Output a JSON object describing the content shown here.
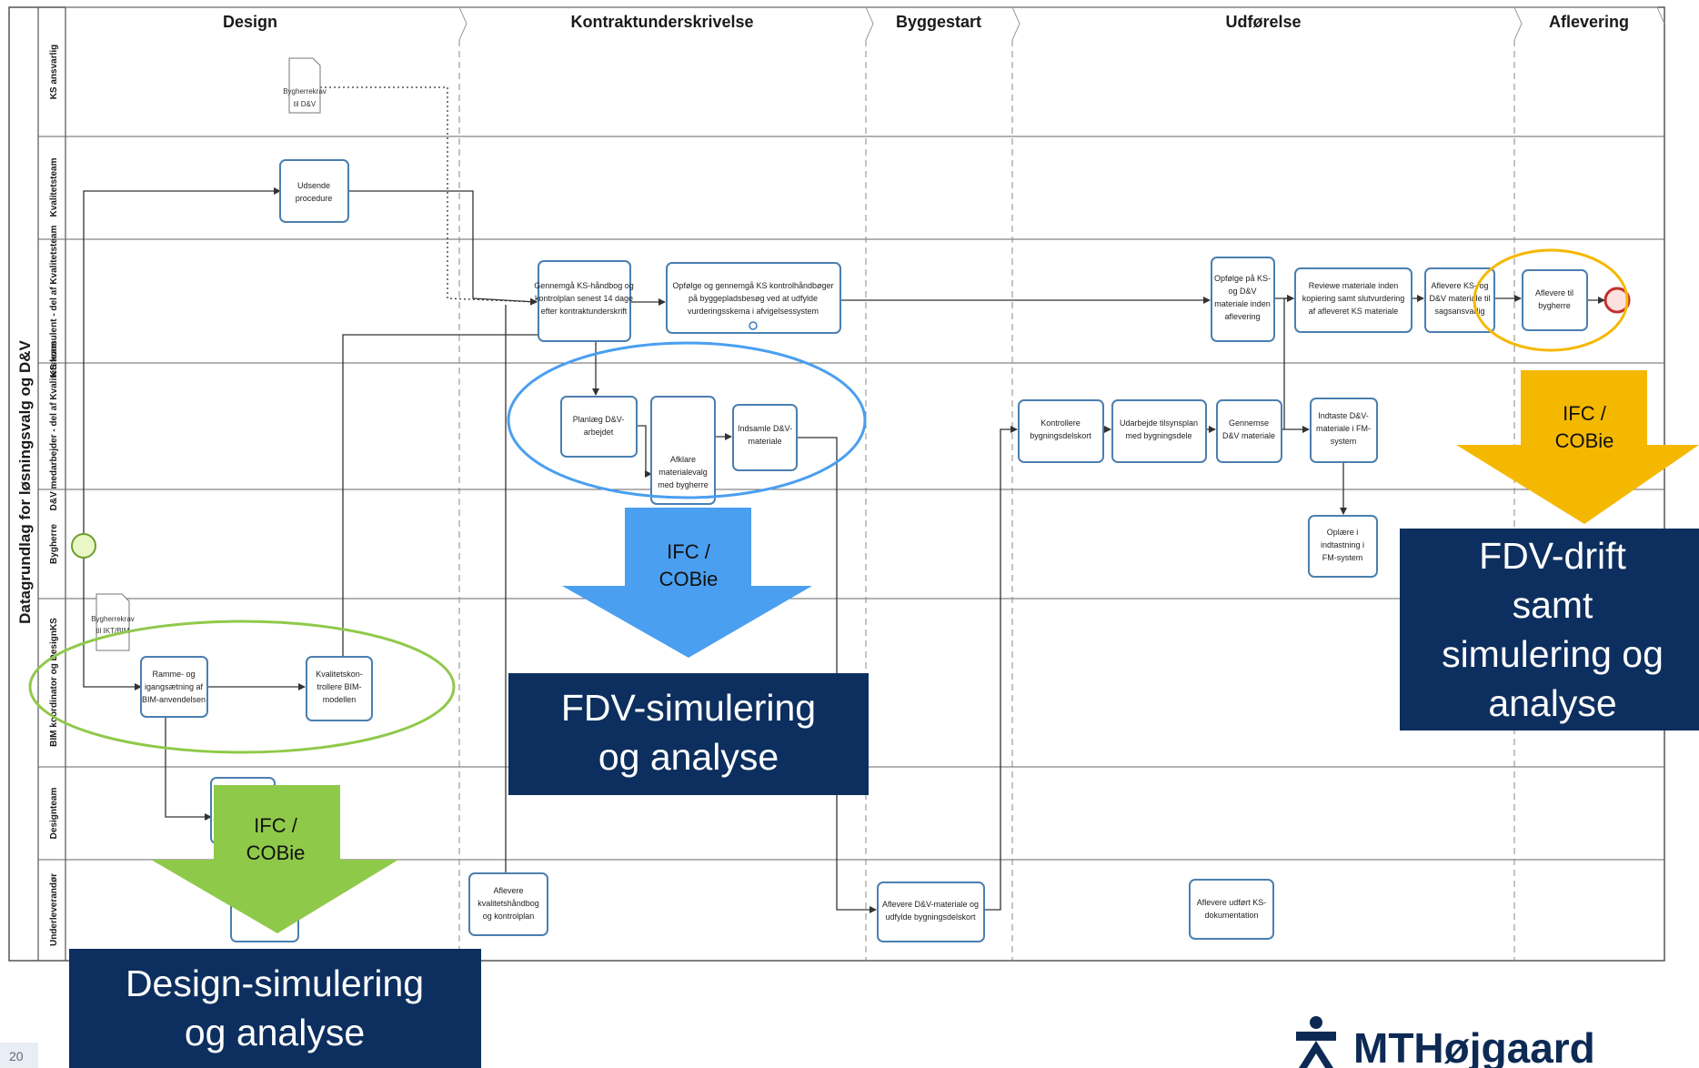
{
  "pool": {
    "title": "Datagrundlag for løsningsvalg og D&V"
  },
  "phases": [
    "Design",
    "Kontraktunderskrivelse",
    "Byggestart",
    "Udførelse",
    "Aflevering"
  ],
  "lanes": [
    "KS ansvarlig",
    "Kvalitetsteam",
    "KS konsulent - del af Kvalitetsteam",
    "D&V medarbejder - del af Kvalitetsteam",
    "Bygherre",
    "BIM koordinator og DesignKS",
    "Designteam",
    "Underleverandør"
  ],
  "documents": {
    "bygherreD": [
      "Bygherrekrav",
      "til D&V"
    ],
    "bygherreB": [
      "Bygherrekrav",
      "til IKT/BIM"
    ]
  },
  "tasks": {
    "udsende": [
      "Udsende",
      "procedure"
    ],
    "gennemgaa": [
      "Gennemgå KS-håndbog og",
      "kontrolplan senest 14 dage",
      "efter kontraktunderskrift"
    ],
    "opfoelge": [
      "Opfølge og gennemgå KS kontrolhåndbøger",
      "på byggepladsbesøg ved at udfylde",
      "vurderingsskema i afvigelsessystem"
    ],
    "planlaeg": [
      "Planlæg D&V-",
      "arbejdet"
    ],
    "afklare": [
      "Afklare",
      "materialevalg",
      "med bygherre"
    ],
    "indsamle": [
      "Indsamle D&V-",
      "materiale"
    ],
    "opfoelgeKS": [
      "Opfølge på KS-",
      "og D&V",
      "materiale inden",
      "aflevering"
    ],
    "reviewe": [
      "Reviewe materiale inden",
      "kopiering samt slutvurdering",
      "af afleveret KS materiale"
    ],
    "aflevereKS": [
      "Aflevere KS- og",
      "D&V materiale til",
      "sagsansvarlig"
    ],
    "aflevereBygherre": [
      "Aflevere til",
      "bygherre"
    ],
    "kontrollere": [
      "Kontrollere",
      "bygningsdelskort"
    ],
    "udarbejde": [
      "Udarbejde tilsynsplan",
      "med bygningsdele"
    ],
    "gennemse": [
      "Gennemse",
      "D&V materiale"
    ],
    "indtaste": [
      "Indtaste D&V-",
      "materiale i FM-",
      "system"
    ],
    "oplaere": [
      "Oplære i",
      "indtastning i",
      "FM-system"
    ],
    "ramme": [
      "Ramme- og",
      "igangsætning af",
      "BIM-anvendelsen"
    ],
    "kvalitetskon": [
      "Kvalitetskon-",
      "trollere BIM-",
      "modellen"
    ],
    "aflevereKvalitet": [
      "Aflevere",
      "kvalitetshåndbog",
      "og kontrolplan"
    ],
    "aflevereDV": [
      "Aflevere D&V-materiale og",
      "udfylde bygningsdelskort"
    ],
    "aflevereUdfoert": [
      "Aflevere udført KS-",
      "dokumentation"
    ]
  },
  "overlays": {
    "arrow_label_lines": [
      "IFC /",
      "COBie"
    ],
    "callout_design": [
      "Design-simulering",
      "og analyse"
    ],
    "callout_fdv_sim": [
      "FDV-simulering",
      "og analyse"
    ],
    "callout_fdv_drift": [
      "FDV-drift",
      "samt",
      "simulering og",
      "analyse"
    ]
  },
  "colors": {
    "green": "#8fc94a",
    "blue": "#4a9ff0",
    "orange": "#f5b800",
    "navy": "#0d2f5f",
    "task_border": "#4a7fb0"
  },
  "footer": {
    "page_number": "20",
    "logo": "MTHøjgaard"
  }
}
